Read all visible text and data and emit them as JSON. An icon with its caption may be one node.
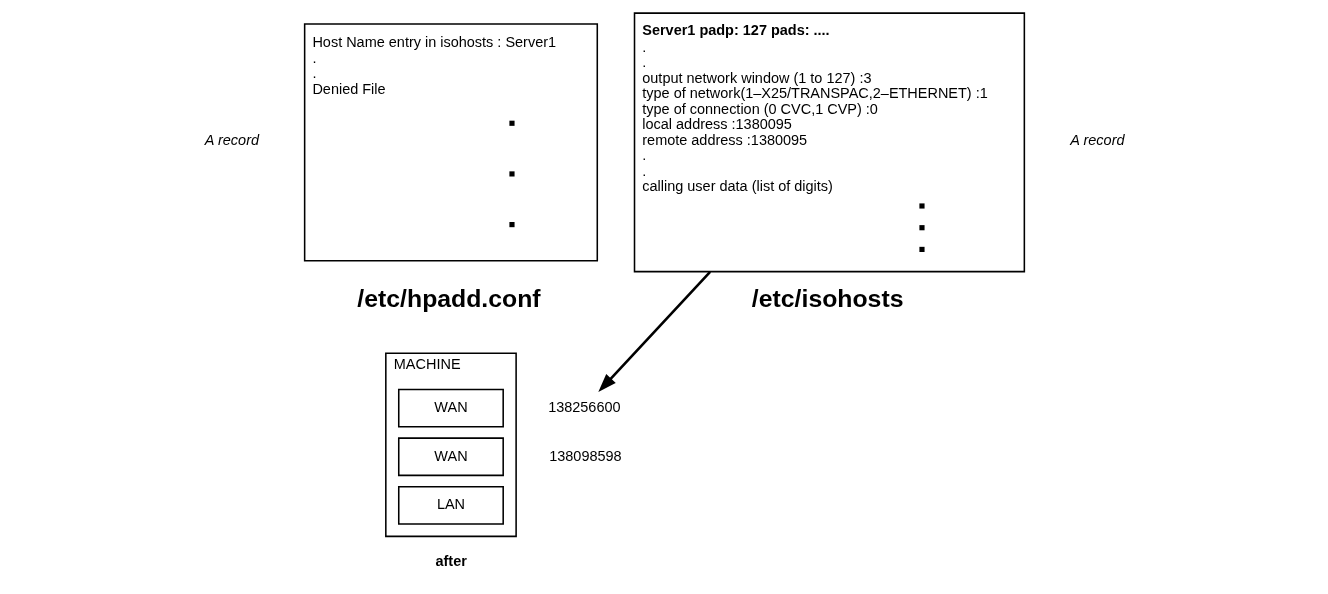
{
  "diagram": {
    "nodes": [
      {
        "text": [
          "Host Name entry in isohosts : Server1",
          ".",
          ".",
          "Denied File"
        ],
        "beside": [
          "/etc/hpadd.conf"
        ]
      },
      {
        "text": [
          "Server1 padp: 127 pads: ....",
          ".",
          ".",
          "output network window (1 to 127) :3",
          "type of network(1–X25/TRANSPAC,2–ETHERNET) :1",
          "type of connection (0 CVC,1 CVP) :0",
          "local address :1380095",
          "remote address :1380095",
          ".",
          ".",
          "calling user data (list of digits)"
        ],
        "beside": [
          "/etc/isohosts"
        ]
      },
      {
        "text": [
          "MACHINE"
        ]
      },
      {
        "text": [
          "WAN"
        ],
        "in": 2
      },
      {
        "text": [
          "WAN"
        ],
        "in": 2
      },
      {
        "text": [
          "LAN"
        ],
        "in": 2
      },
      {
        "text": [
          "138256600"
        ]
      }
    ],
    "edges": [
      {
        "from": 1,
        "to": 6,
        "arrow": "to"
      }
    ],
    "labels": [
      "A record",
      "A record",
      "138098598",
      "after"
    ]
  }
}
